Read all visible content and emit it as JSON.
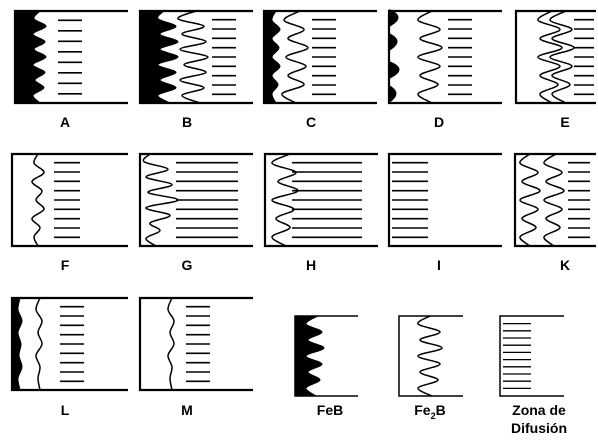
{
  "colors": {
    "ink": "#000000",
    "paper": "#ffffff"
  },
  "panels": [
    {
      "id": "A",
      "label": "A"
    },
    {
      "id": "B",
      "label": "B"
    },
    {
      "id": "C",
      "label": "C"
    },
    {
      "id": "D",
      "label": "D"
    },
    {
      "id": "E",
      "label": "E"
    },
    {
      "id": "F",
      "label": "F"
    },
    {
      "id": "G",
      "label": "G"
    },
    {
      "id": "H",
      "label": "H"
    },
    {
      "id": "I",
      "label": "I"
    },
    {
      "id": "K",
      "label": "K"
    },
    {
      "id": "L",
      "label": "L"
    },
    {
      "id": "M",
      "label": "M"
    }
  ],
  "legend": [
    {
      "id": "feb",
      "label": "FeB"
    },
    {
      "id": "fe2b",
      "label": "Fe",
      "sub": "2",
      "suffix": "B"
    },
    {
      "id": "diffusion",
      "line1": "Zona de",
      "line2": "Difusión"
    }
  ]
}
